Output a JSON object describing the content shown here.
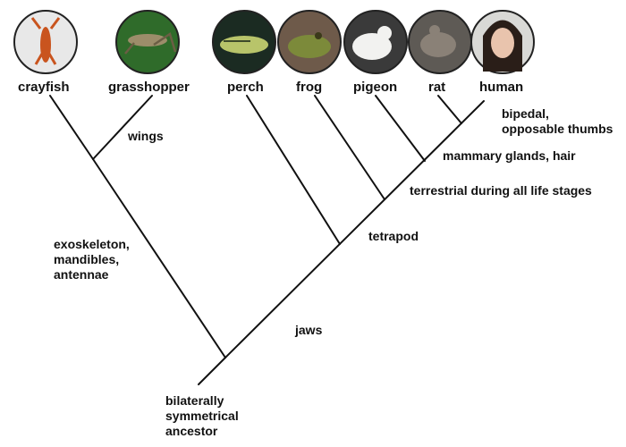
{
  "taxa": [
    {
      "name": "crayfish",
      "icon": "crayfish-photo-icon",
      "bg": "#e8e8e8"
    },
    {
      "name": "grasshopper",
      "icon": "grasshopper-photo-icon",
      "bg": "#2f6b2a"
    },
    {
      "name": "perch",
      "icon": "perch-photo-icon",
      "bg": "#1b2b22"
    },
    {
      "name": "frog",
      "icon": "frog-photo-icon",
      "bg": "#6e5a4a"
    },
    {
      "name": "pigeon",
      "icon": "pigeon-photo-icon",
      "bg": "#3a3a3a"
    },
    {
      "name": "rat",
      "icon": "rat-photo-icon",
      "bg": "#5e5a55"
    },
    {
      "name": "human",
      "icon": "human-photo-icon",
      "bg": "#d9d9d6"
    }
  ],
  "traits": {
    "wings": "wings",
    "exoskeleton": "exoskeleton,\nmandibles,\nantennae",
    "jaws": "jaws",
    "tetrapod": "tetrapod",
    "terrestrial": "terrestrial during all life stages",
    "mammary": "mammary glands, hair",
    "bipedal": "bipedal,\nopposable thumbs"
  },
  "root_label": "bilaterally\nsymmetrical\nancestor",
  "colors": {
    "line": "#111111",
    "circle_border": "#222222"
  }
}
